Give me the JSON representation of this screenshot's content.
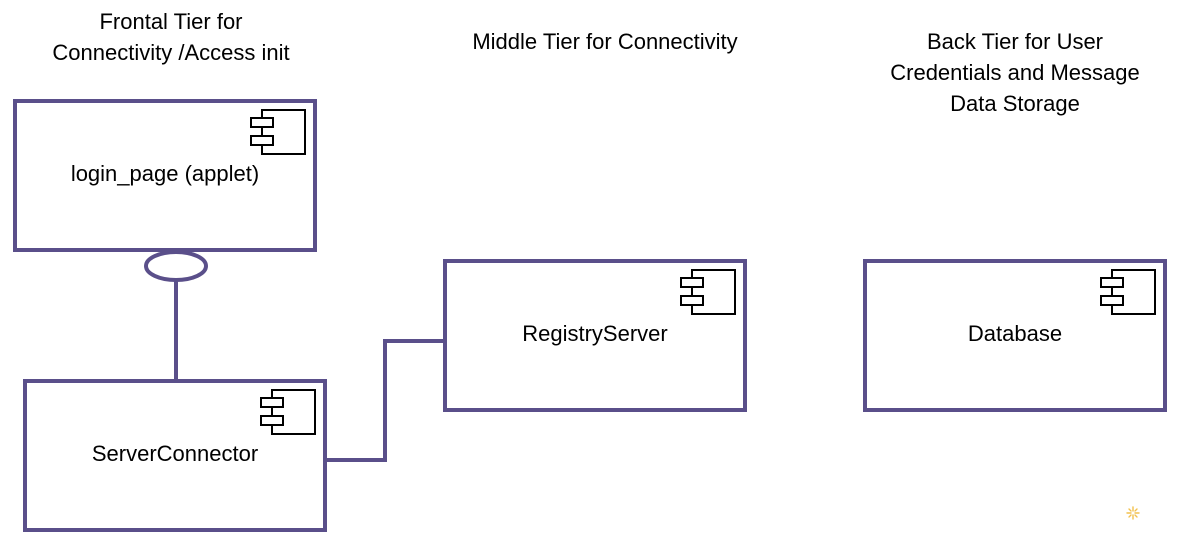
{
  "headings": {
    "frontal": [
      "Frontal Tier for",
      "Connectivity /Access init"
    ],
    "middle": [
      "Middle Tier for Connectivity"
    ],
    "back": [
      "Back Tier for User",
      "Credentials and Message",
      "Data Storage"
    ]
  },
  "components": {
    "login": {
      "label": "login_page (applet)",
      "icon": "uml-component-icon"
    },
    "server_connector": {
      "label": "ServerConnector",
      "icon": "uml-component-icon"
    },
    "registry": {
      "label": "RegistryServer",
      "icon": "uml-component-icon"
    },
    "database": {
      "label": "Database",
      "icon": "uml-component-icon"
    }
  },
  "connections": [
    {
      "from": "server_connector",
      "to": "login",
      "kind": "provided-interface-lollipop"
    },
    {
      "from": "server_connector",
      "to": "registry",
      "kind": "orthogonal-link"
    }
  ],
  "colors": {
    "box_border": "#5a4f8a",
    "icon_stroke": "#000000",
    "text": "#000000",
    "sparkle": "#f2c14e"
  }
}
